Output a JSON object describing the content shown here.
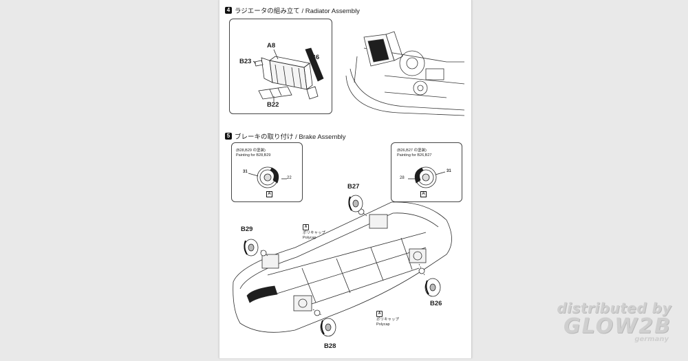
{
  "step4": {
    "number": "4",
    "title": "ラジエータの組み立て / Radiator Assembly"
  },
  "radiator_parts": {
    "a8": "A8",
    "b23": "B23",
    "b6": "B6",
    "b22": "B22"
  },
  "step5": {
    "number": "5",
    "title": "ブレーキの取り付け / Brake Assembly"
  },
  "paint_left": {
    "jp": "(B28,B29 の塗装)",
    "en": "Painting for B28,B29",
    "color_a": "31",
    "color_b": "22",
    "runner": "A"
  },
  "paint_right": {
    "jp": "(B26,B27 の塗装)",
    "en": "Painting for B26,B27",
    "color_a": "28",
    "color_b": "31",
    "runner": "A"
  },
  "brake_parts": {
    "b27": "B27",
    "b29": "B29",
    "b26": "B26",
    "b28": "B28"
  },
  "polycap_top": {
    "icon": "A",
    "jp": "ポリキャップ",
    "en": "Polycap"
  },
  "polycap_bottom": {
    "icon": "A",
    "jp": "ポリキャップ",
    "en": "Polycap"
  },
  "watermark": {
    "line1": "distributed by",
    "line2": "GLOW2B",
    "line3": "germany"
  }
}
